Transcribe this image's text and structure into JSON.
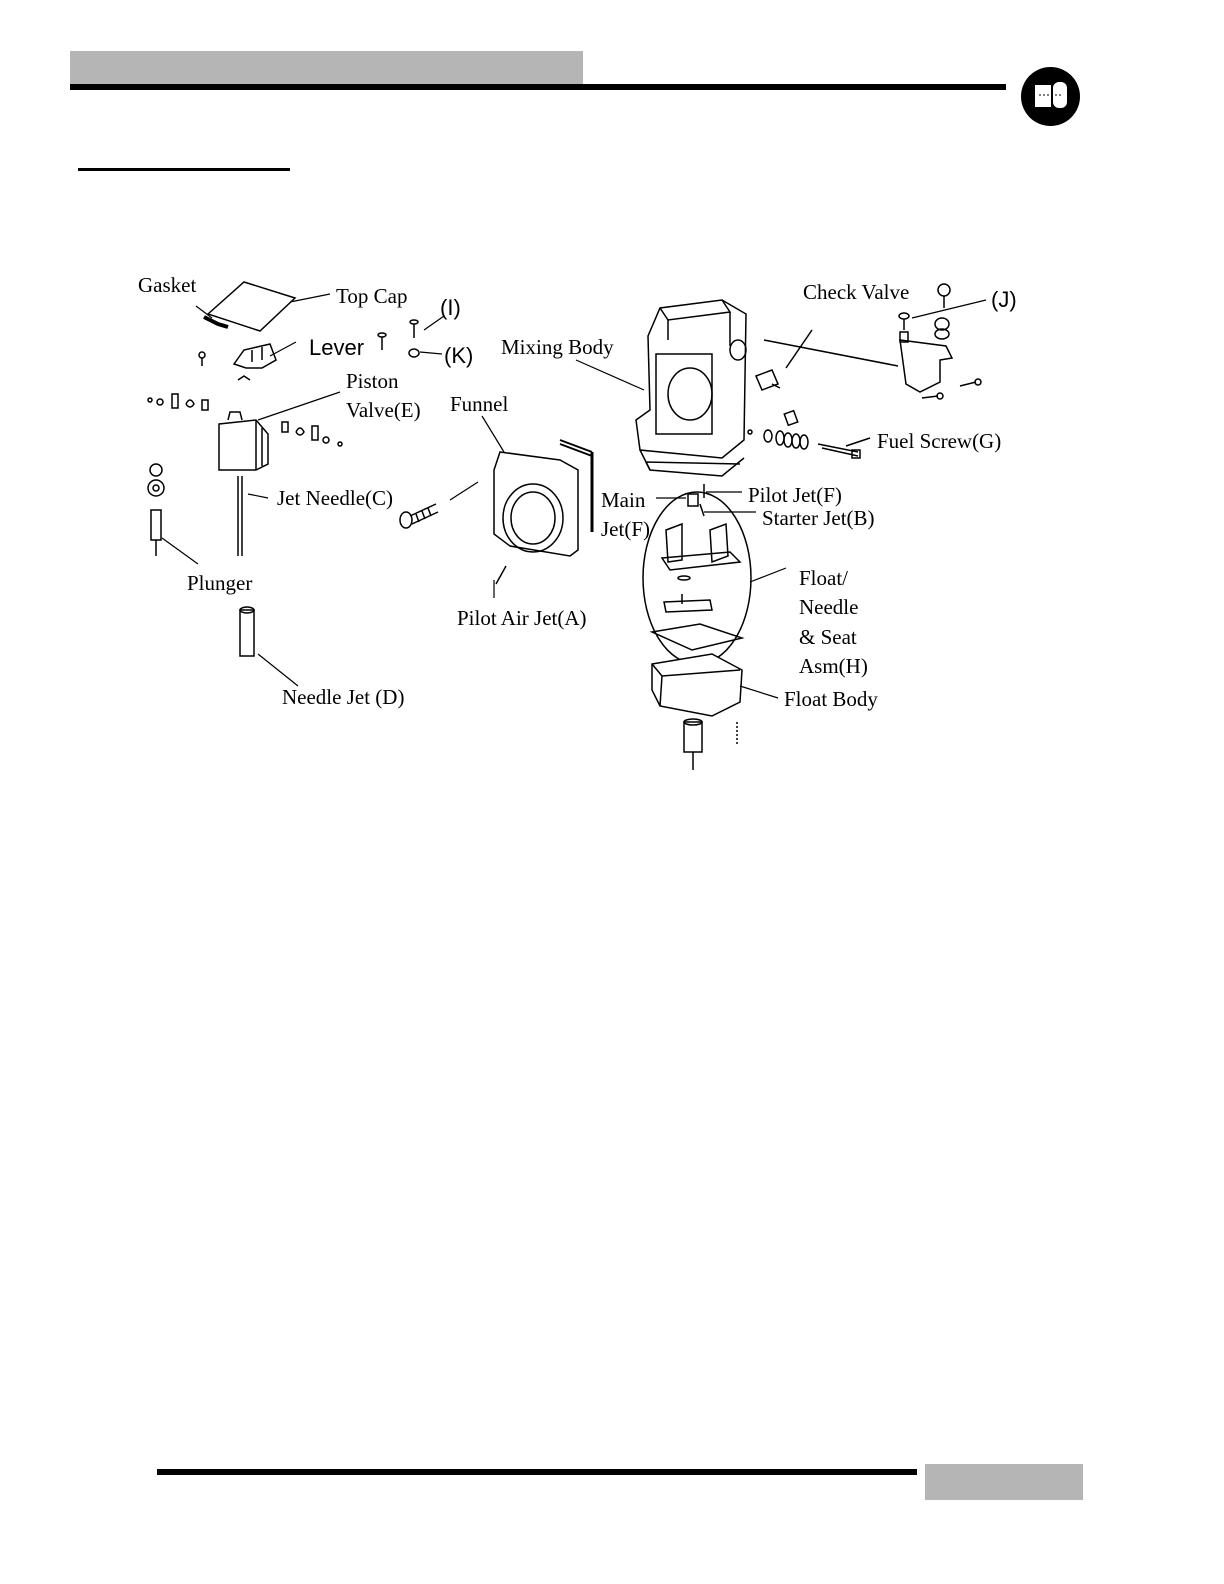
{
  "labels": {
    "gasket": "Gasket",
    "top_cap": "Top Cap",
    "i": "(I)",
    "lever": "Lever",
    "k": "(K)",
    "mixing_body": "Mixing Body",
    "check_valve": "Check Valve",
    "j": "(J)",
    "piston_valve_1": "Piston",
    "piston_valve_2": "Valve(E)",
    "funnel": "Funnel",
    "fuel_screw": "Fuel Screw(G)",
    "jet_needle": "Jet Needle(C)",
    "main_jet_1": "Main",
    "main_jet_2": "Jet(F)",
    "pilot_jet": "Pilot Jet(F)",
    "starter_jet": "Starter Jet(B)",
    "plunger": "Plunger",
    "float_needle_1": "Float/",
    "float_needle_2": "Needle",
    "float_needle_3": "& Seat",
    "float_needle_4": "Asm(H)",
    "pilot_air_jet": "Pilot Air Jet(A)",
    "float_body": "Float Body",
    "needle_jet": "Needle Jet (D)"
  },
  "colors": {
    "ink": "#000000",
    "header_grey": "#b5b5b5"
  }
}
